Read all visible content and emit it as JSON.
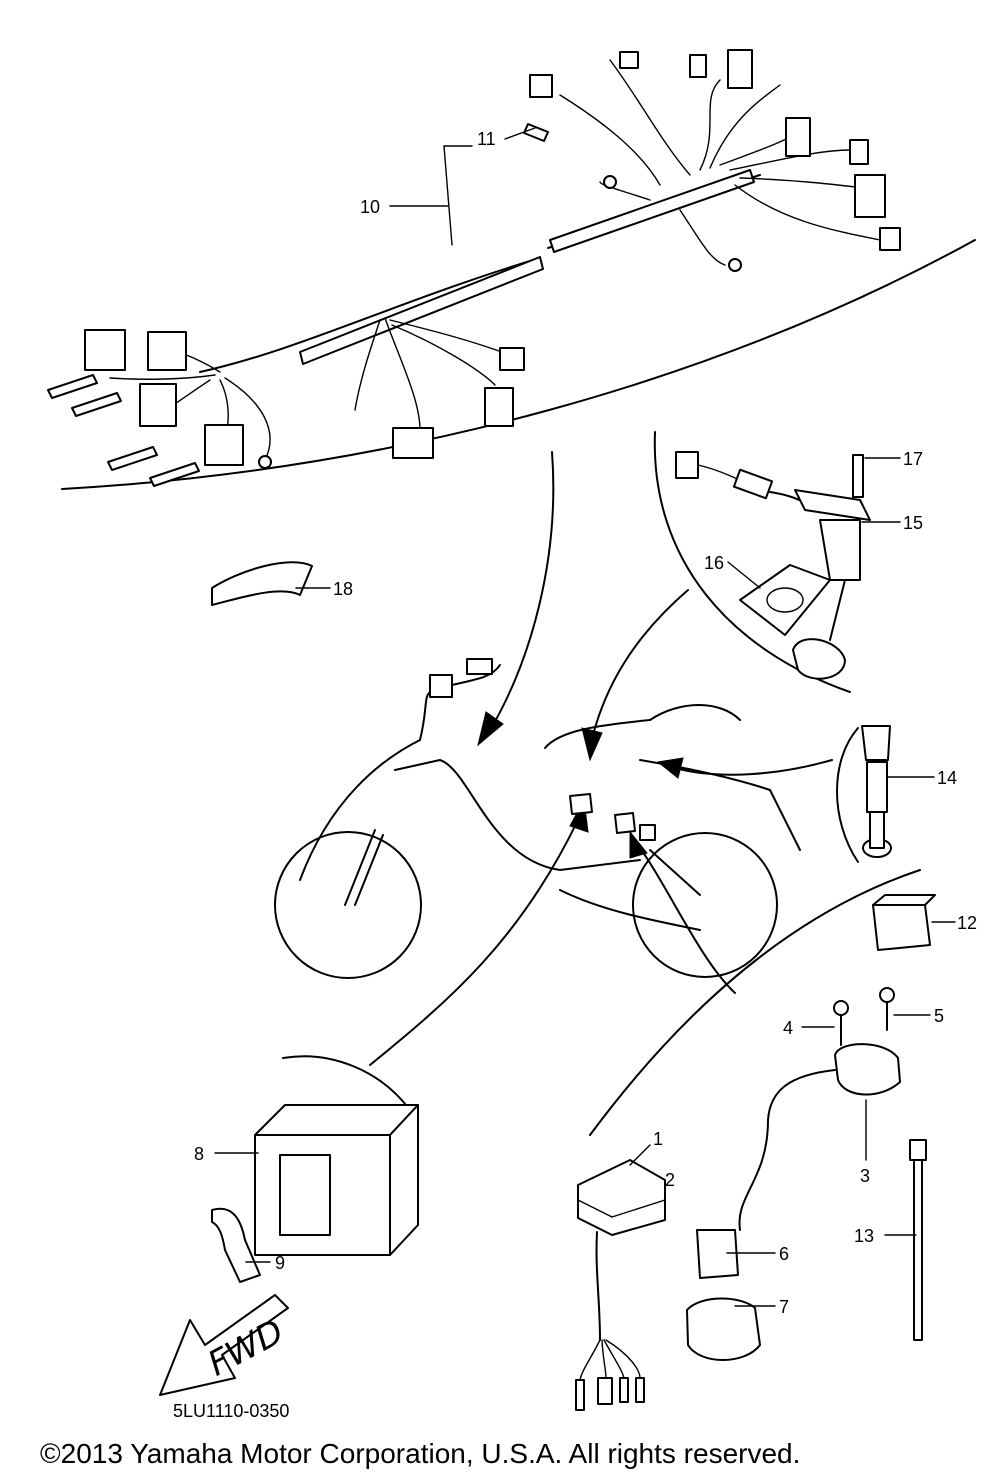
{
  "diagram": {
    "drawing_code": "5LU1110-0350",
    "copyright": "©2013 Yamaha Motor Corporation, U.S.A. All rights reserved.",
    "fwd_label": "FWD",
    "callouts": [
      "1",
      "2",
      "3",
      "4",
      "5",
      "6",
      "7",
      "8",
      "9",
      "10",
      "11",
      "12",
      "13",
      "14",
      "15",
      "16",
      "17",
      "18"
    ]
  }
}
